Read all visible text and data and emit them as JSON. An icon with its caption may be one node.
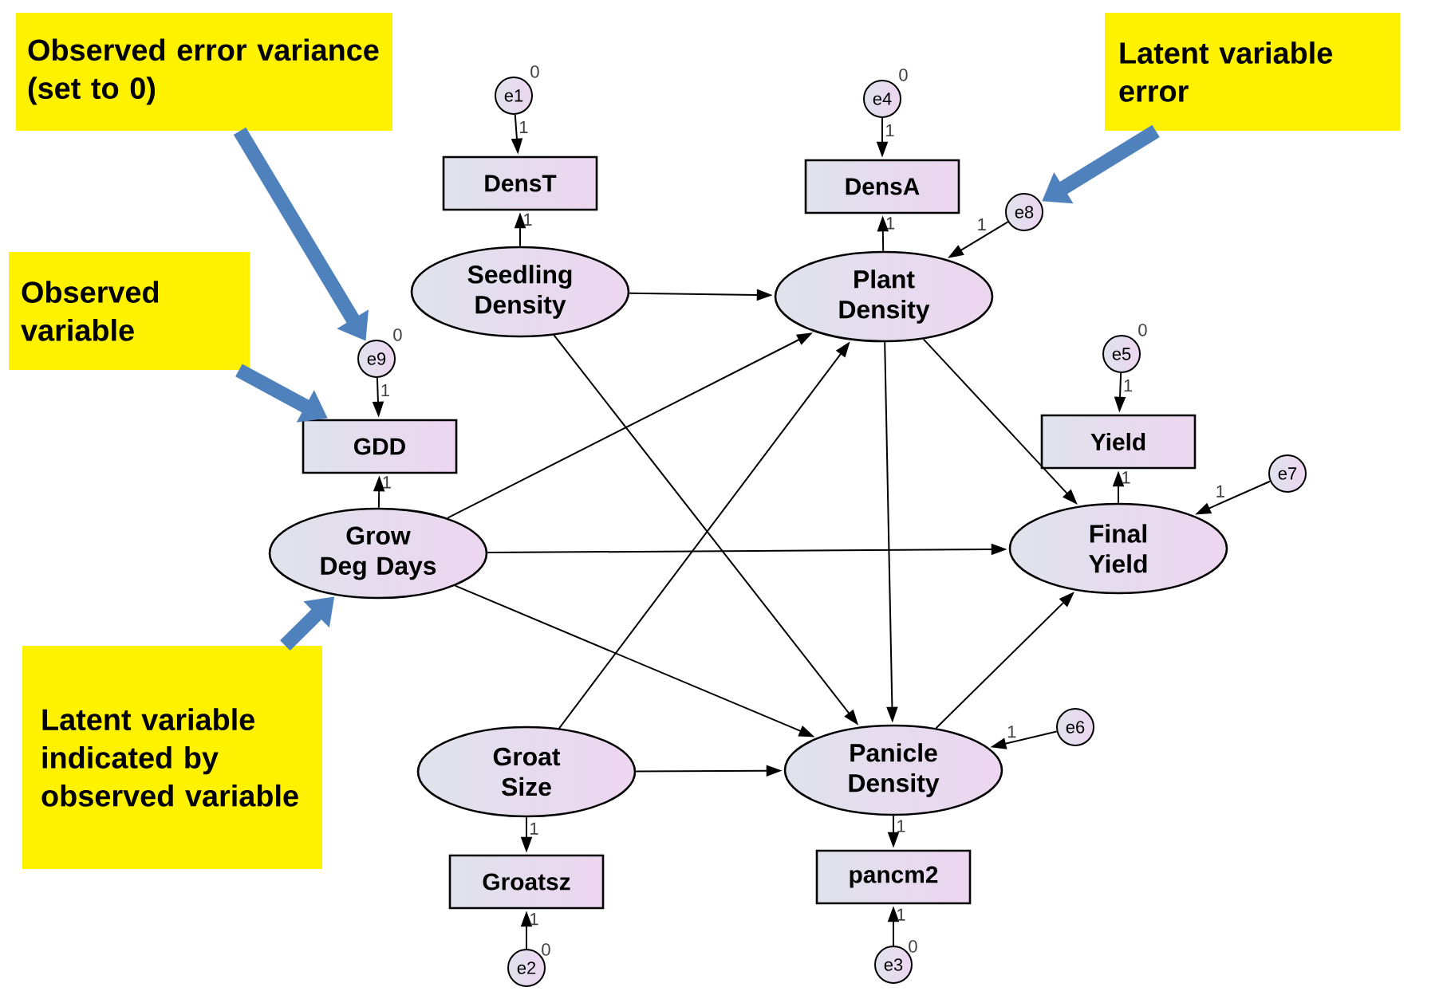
{
  "diagram": {
    "nodes": [
      {
        "text": [
          "Observed error variance (set to 0)"
        ]
      },
      {
        "text": [
          "Latent variable error"
        ]
      },
      {
        "text": [
          "e1"
        ],
        "beside": [
          "0"
        ]
      },
      {
        "text": [
          "e4"
        ],
        "beside": [
          "0"
        ]
      },
      {
        "text": [
          "DensT"
        ]
      },
      {
        "text": [
          "DensA"
        ]
      },
      {
        "text": [
          "e8"
        ]
      },
      {
        "text": [
          "Observed variable"
        ]
      },
      {
        "text": [
          "Seedling Density"
        ]
      },
      {
        "text": [
          "Plant Density"
        ]
      },
      {
        "text": [
          "e9"
        ],
        "beside": [
          "0"
        ]
      },
      {
        "text": [
          "e5"
        ],
        "beside": [
          "0"
        ]
      },
      {
        "text": [
          "GDD"
        ]
      },
      {
        "text": [
          "Yield"
        ]
      },
      {
        "text": [
          "e7"
        ]
      },
      {
        "text": [
          "Grow Deg Days"
        ]
      },
      {
        "text": [
          "Final Yield"
        ]
      },
      {
        "text": [
          "Latent variable indicated by observed variable"
        ]
      },
      {
        "text": [
          "e6"
        ]
      },
      {
        "text": [
          "Groat Size"
        ]
      },
      {
        "text": [
          "Panicle Density"
        ]
      },
      {
        "text": [
          "Groatsz"
        ]
      },
      {
        "text": [
          "pancm2"
        ]
      },
      {
        "text": [
          "e2"
        ],
        "beside": [
          "0"
        ]
      },
      {
        "text": [
          "e3"
        ],
        "beside": [
          "0"
        ]
      }
    ],
    "edges": [
      {
        "from": 2,
        "to": 4,
        "arrow": "to",
        "label": "1"
      },
      {
        "from": 8,
        "to": 4,
        "arrow": "to",
        "label": "1"
      },
      {
        "from": 3,
        "to": 5,
        "arrow": "to",
        "label": "1"
      },
      {
        "from": 9,
        "to": 5,
        "arrow": "to",
        "label": "1"
      },
      {
        "from": 6,
        "to": 9,
        "arrow": "to",
        "label": "1"
      },
      {
        "from": 10,
        "to": 12,
        "arrow": "to",
        "label": "1"
      },
      {
        "from": 15,
        "to": 12,
        "arrow": "to",
        "label": "1"
      },
      {
        "from": 11,
        "to": 13,
        "arrow": "to",
        "label": "1"
      },
      {
        "from": 16,
        "to": 13,
        "arrow": "to",
        "label": "1"
      },
      {
        "from": 14,
        "to": 16,
        "arrow": "to",
        "label": "1"
      },
      {
        "from": 18,
        "to": 20,
        "arrow": "to",
        "label": "1"
      },
      {
        "from": 19,
        "to": 21,
        "arrow": "to",
        "label": "1"
      },
      {
        "from": 23,
        "to": 21,
        "arrow": "to",
        "label": "1"
      },
      {
        "from": 20,
        "to": 22,
        "arrow": "to",
        "label": "1"
      },
      {
        "from": 24,
        "to": 22,
        "arrow": "to",
        "label": "1"
      },
      {
        "from": 8,
        "to": 9,
        "arrow": "to"
      },
      {
        "from": 8,
        "to": 20,
        "arrow": "to"
      },
      {
        "from": 15,
        "to": 9,
        "arrow": "to"
      },
      {
        "from": 15,
        "to": 16,
        "arrow": "to"
      },
      {
        "from": 15,
        "to": 20,
        "arrow": "to"
      },
      {
        "from": 19,
        "to": 9,
        "arrow": "to"
      },
      {
        "from": 19,
        "to": 20,
        "arrow": "to"
      },
      {
        "from": 9,
        "to": 20,
        "arrow": "to"
      },
      {
        "from": 9,
        "to": 16,
        "arrow": "to"
      },
      {
        "from": 20,
        "to": 16,
        "arrow": "to"
      },
      {
        "from": 0,
        "to": 10,
        "arrow": "to",
        "style": "thick",
        "color": "#4f81bd"
      },
      {
        "from": 1,
        "to": 6,
        "arrow": "to",
        "style": "thick",
        "color": "#4f81bd"
      },
      {
        "from": 7,
        "to": 12,
        "arrow": "to",
        "style": "thick",
        "color": "#4f81bd"
      },
      {
        "from": 17,
        "to": 15,
        "arrow": "to",
        "style": "thick",
        "color": "#4f81bd"
      }
    ]
  }
}
